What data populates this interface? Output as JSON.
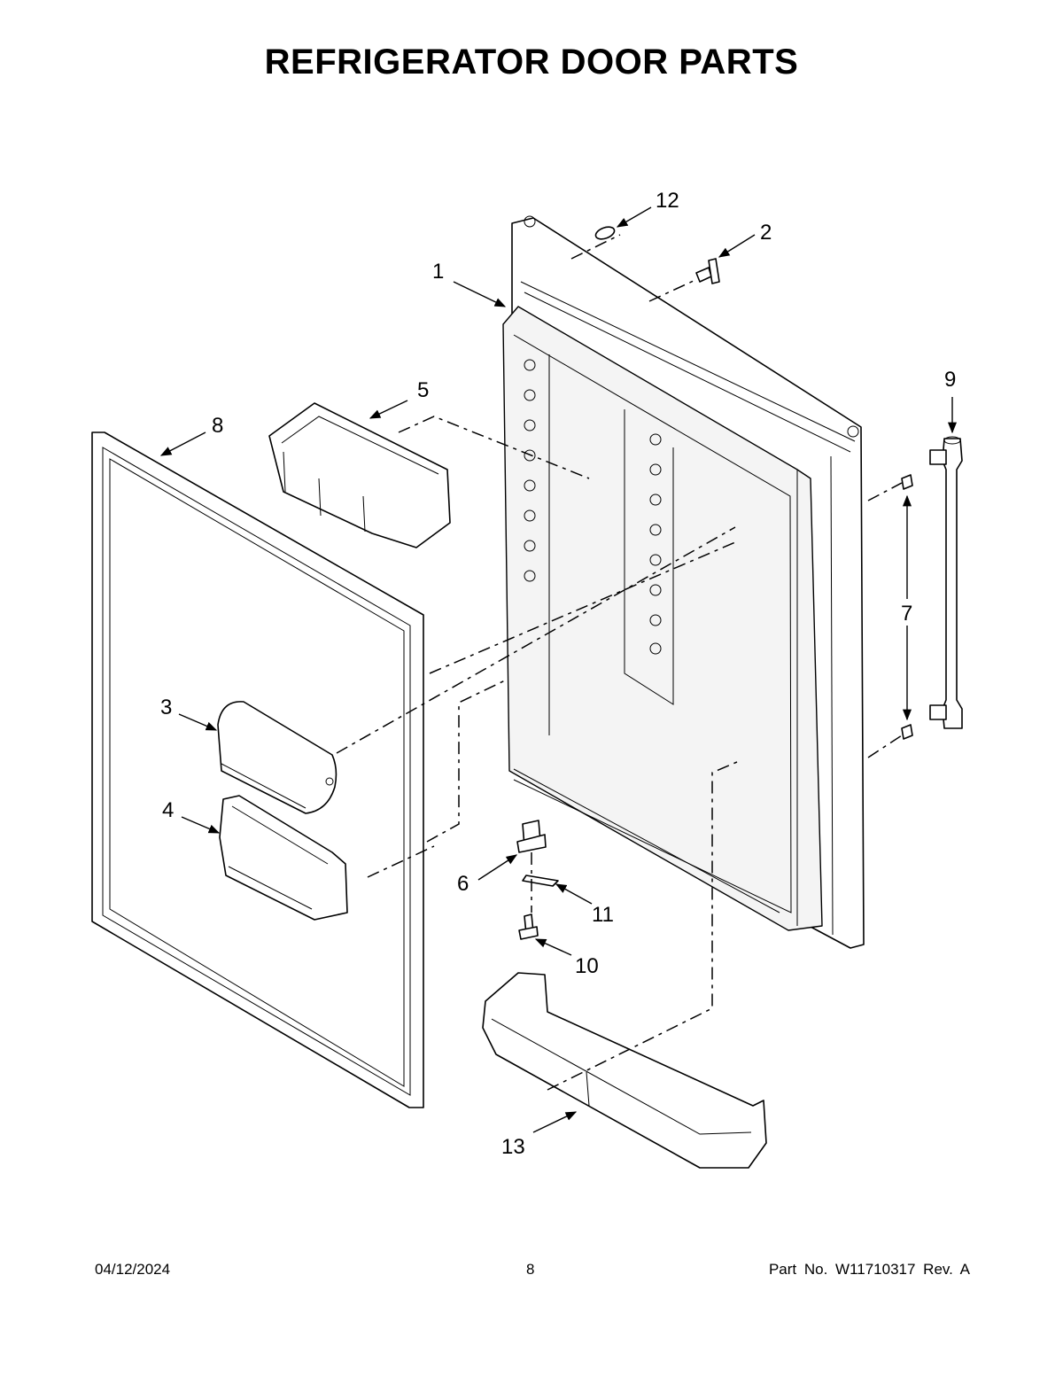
{
  "title": "REFRIGERATOR DOOR PARTS",
  "callouts": {
    "c1": "1",
    "c2": "2",
    "c3": "3",
    "c4": "4",
    "c5": "5",
    "c6": "6",
    "c7": "7",
    "c8": "8",
    "c9": "9",
    "c10": "10",
    "c11": "11",
    "c12": "12",
    "c13": "13"
  },
  "footer": {
    "date": "04/12/2024",
    "page": "8",
    "part_no": "Part No.  W11710317  Rev.  A"
  }
}
